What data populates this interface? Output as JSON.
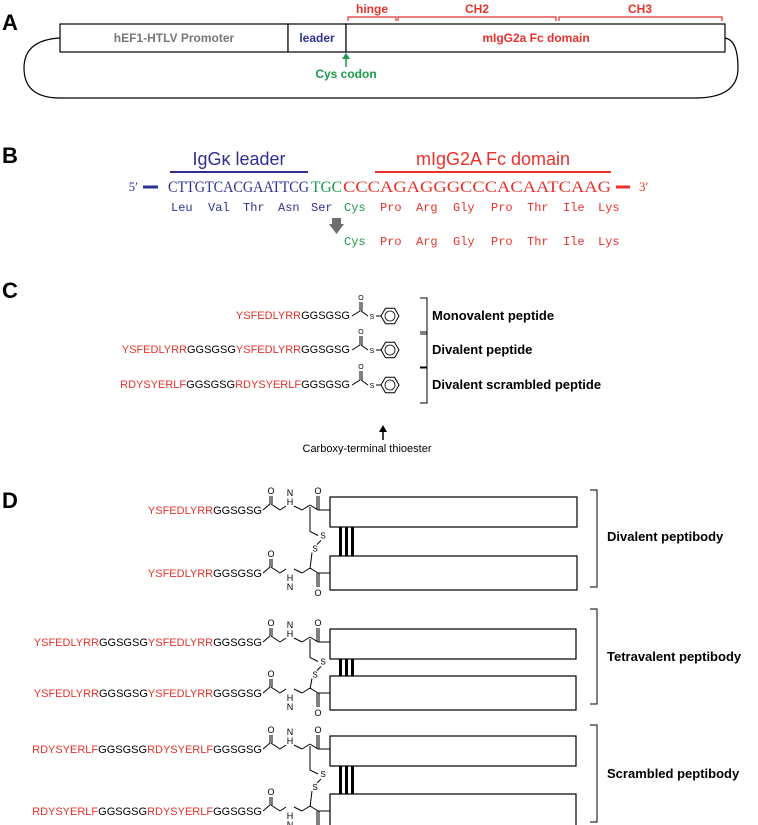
{
  "colors": {
    "red": "#e8322b",
    "blue": "#2e3192",
    "green": "#1a9a4b",
    "gray": "#777777",
    "black": "#000000"
  },
  "panel_a": {
    "label": "A",
    "promoter": "hEF1-HTLV Promoter",
    "leader": "leader",
    "fc_domain": "mIgG2a Fc domain",
    "hinge": "hinge",
    "ch2": "CH2",
    "ch3": "CH3",
    "cys_codon": "Cys codon"
  },
  "panel_b": {
    "label": "B",
    "leader_header": "IgGκ leader",
    "fc_header": "mIgG2A Fc domain",
    "five_prime": "5′",
    "three_prime": "3′",
    "leader_seq": "CTTGTCACGAATTCG",
    "cys_seq": "TGC",
    "fc_seq": "CCCAGAGGGCCCACAATCAAG",
    "leader_aa": [
      "Leu",
      "Val",
      "Thr",
      "Asn",
      "Ser"
    ],
    "cys_aa": "Cys",
    "fc_aa": [
      "Pro",
      "Arg",
      "Gly",
      "Pro",
      "Thr",
      "Ile",
      "Lys"
    ],
    "cleaved_cys": "Cys",
    "cleaved_fc_aa": [
      "Pro",
      "Arg",
      "Gly",
      "Pro",
      "Thr",
      "Ile",
      "Lys"
    ]
  },
  "panel_c": {
    "label": "C",
    "peptides": [
      {
        "seq": [
          [
            "YSFEDLYRR",
            "red"
          ],
          [
            "GGSGSG",
            "black"
          ]
        ],
        "name": "Monovalent peptide"
      },
      {
        "seq": [
          [
            "YSFEDLYRR",
            "red"
          ],
          [
            "GGSGSG",
            "black"
          ],
          [
            "YSFEDLYRR",
            "red"
          ],
          [
            "GGSGSG",
            "black"
          ]
        ],
        "name": "Divalent peptide"
      },
      {
        "seq": [
          [
            "RDYSYERLF",
            "red"
          ],
          [
            "GGSGSG",
            "black"
          ],
          [
            "RDYSYERLF",
            "red"
          ],
          [
            "GGSGSG",
            "black"
          ]
        ],
        "name": "Divalent scrambled peptide"
      }
    ],
    "thioester_label": "Carboxy-terminal thioester",
    "s_atom": "S",
    "o_atom": "O"
  },
  "panel_d": {
    "label": "D",
    "groups": [
      {
        "name": "Divalent peptibody",
        "seq": [
          [
            "YSFEDLYRR",
            "red"
          ],
          [
            "GGSGSG",
            "black"
          ]
        ]
      },
      {
        "name": "Tetravalent peptibody",
        "seq": [
          [
            "YSFEDLYRR",
            "red"
          ],
          [
            "GGSGSG",
            "black"
          ],
          [
            "YSFEDLYRR",
            "red"
          ],
          [
            "GGSGSG",
            "black"
          ]
        ]
      },
      {
        "name": "Scrambled peptibody",
        "seq": [
          [
            "RDYSYERLF",
            "red"
          ],
          [
            "GGSGSG",
            "black"
          ],
          [
            "RDYSYERLF",
            "red"
          ],
          [
            "GGSGSG",
            "black"
          ]
        ]
      }
    ],
    "o_atom": "O",
    "n_atom": "N",
    "h_atom": "H",
    "s_atom": "S"
  }
}
